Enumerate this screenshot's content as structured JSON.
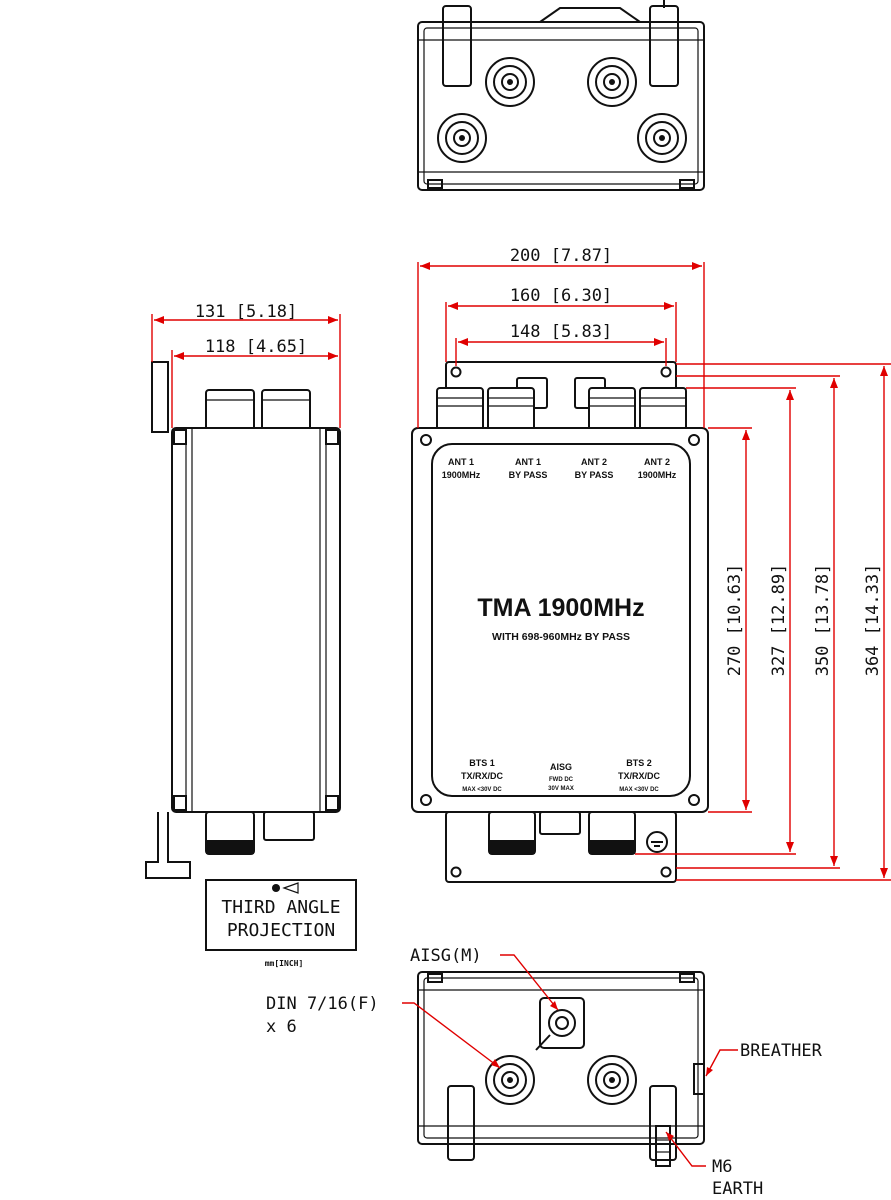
{
  "dimensions": {
    "width_200": "200 [7.87]",
    "width_160": "160 [6.30]",
    "width_148": "148 [5.83]",
    "depth_131": "131 [5.18]",
    "depth_118": "118 [4.65]",
    "height_270": "270 [10.63]",
    "height_327": "327 [12.89]",
    "height_350": "350 [13.78]",
    "height_364": "364 [14.33]"
  },
  "front_panel": {
    "title": "TMA 1900MHz",
    "subtitle": "WITH 698-960MHz BY PASS",
    "ports_top": [
      {
        "line1": "ANT 1",
        "line2": "1900MHz"
      },
      {
        "line1": "ANT 1",
        "line2": "BY PASS"
      },
      {
        "line1": "ANT 2",
        "line2": "BY PASS"
      },
      {
        "line1": "ANT 2",
        "line2": "1900MHz"
      }
    ],
    "ports_bottom": [
      {
        "line1": "BTS 1",
        "line2": "TX/RX/DC",
        "line3": "MAX <30V DC"
      },
      {
        "line1": "AISG",
        "line2": "FWD DC",
        "line3": "30V MAX"
      },
      {
        "line1": "BTS 2",
        "line2": "TX/RX/DC",
        "line3": "MAX <30V DC"
      }
    ]
  },
  "projection": {
    "line1": "THIRD ANGLE",
    "line2": "PROJECTION",
    "units": "mm[INCH]"
  },
  "callouts": {
    "aisg": "AISG(M)",
    "din_line1": "DIN 7/16(F)",
    "din_line2": "x 6",
    "breather": "BREATHER",
    "earth_line1": "M6",
    "earth_line2": "EARTH"
  },
  "colors": {
    "outline": "#111111",
    "dimension": "#e00000",
    "background": "#ffffff"
  }
}
